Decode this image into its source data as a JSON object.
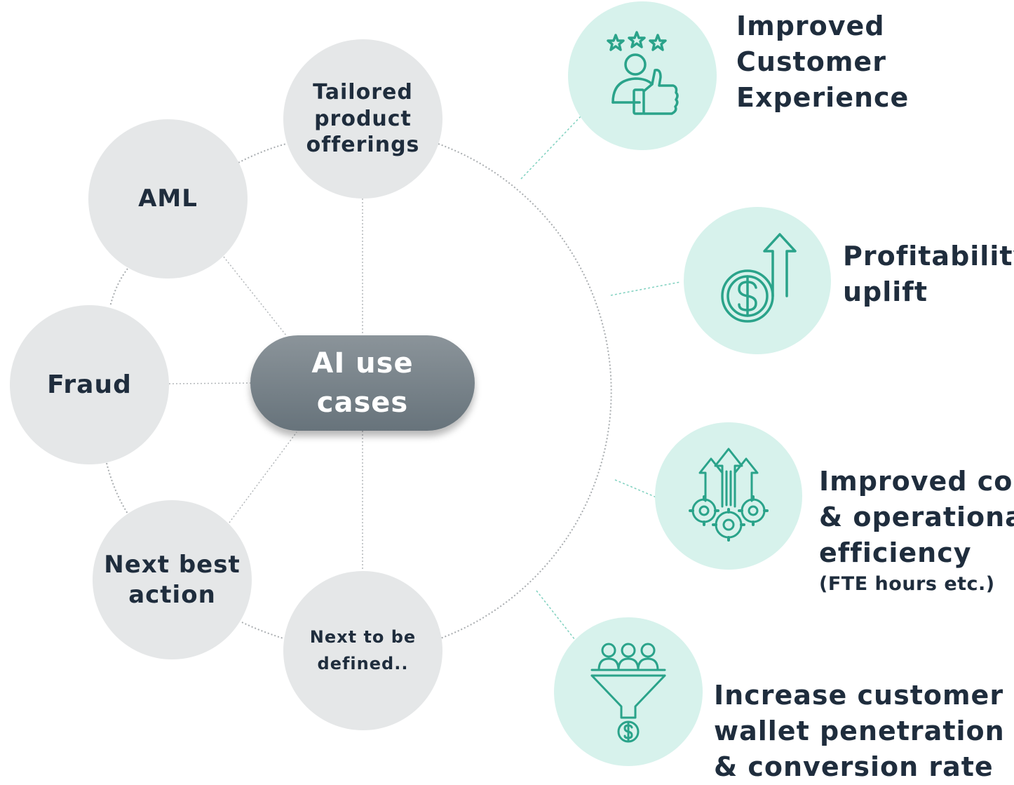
{
  "center": {
    "line1": "AI use",
    "line2": "cases"
  },
  "use_cases": {
    "tailored": [
      "Tailored",
      "product",
      "offerings"
    ],
    "aml": "AML",
    "fraud": "Fraud",
    "next_best_action": [
      "Next best",
      "action"
    ],
    "next_to_be_defined": [
      "Next to be",
      "defined.."
    ]
  },
  "outcomes": {
    "customer_experience": {
      "icon": "customer-rating-thumbs-up-icon",
      "lines": [
        "Improved",
        "Customer",
        "Experience"
      ]
    },
    "profitability": {
      "icon": "dollar-arrow-up-icon",
      "lines": [
        "Profitability",
        "uplift"
      ]
    },
    "cost_efficiency": {
      "icon": "gears-arrows-up-icon",
      "lines": [
        "Improved cost",
        "& operational",
        "efficiency"
      ],
      "note": "(FTE hours etc.)"
    },
    "wallet_penetration": {
      "icon": "customer-funnel-dollar-icon",
      "lines": [
        "Increase customer",
        "wallet penetration",
        "& conversion rate"
      ]
    }
  },
  "colors": {
    "teal_icon": "#2aa38a",
    "teal_bg": "#d7f2ec",
    "gray_node": "#e5e7e8",
    "pill_top": "#8b949a",
    "pill_bottom": "#67737b",
    "text": "#1f2d3d"
  }
}
